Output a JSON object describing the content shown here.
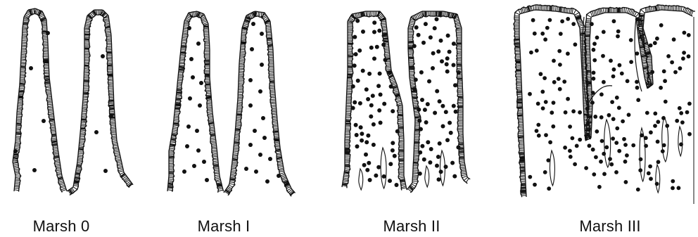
{
  "panels": [
    {
      "id": "marsh-0",
      "label": "Marsh 0"
    },
    {
      "id": "marsh-1",
      "label": "Marsh I"
    },
    {
      "id": "marsh-2",
      "label": "Marsh II"
    },
    {
      "id": "marsh-3",
      "label": "Marsh III"
    }
  ],
  "colors": {
    "ink": "#111111",
    "background": "#ffffff"
  }
}
